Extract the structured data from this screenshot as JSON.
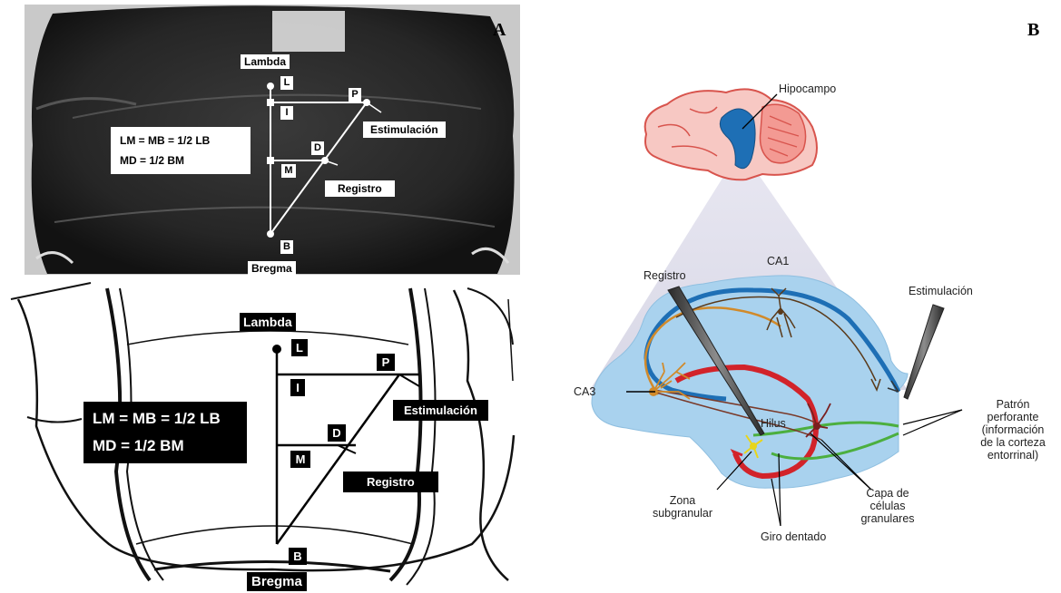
{
  "panel_a": {
    "letter": "A",
    "photo": {
      "lambda": "Lambda",
      "bregma": "Bregma",
      "points": {
        "L": "L",
        "I": "I",
        "P": "P",
        "D": "D",
        "M": "M",
        "B": "B"
      },
      "eq1": "LM = MB = 1/2 LB",
      "eq2": "MD = 1/2 BM",
      "estimulacion": "Estimulación",
      "registro": "Registro"
    },
    "drawing": {
      "lambda": "Lambda",
      "bregma": "Bregma",
      "points": {
        "L": "L",
        "I": "I",
        "P": "P",
        "D": "D",
        "M": "M",
        "B": "B"
      },
      "eq1": "LM = MB = 1/2 LB",
      "eq2": "MD = 1/2 BM",
      "estimulacion": "Estimulación",
      "registro": "Registro"
    }
  },
  "panel_b": {
    "letter": "B",
    "hipocampo": "Hipocampo",
    "ca1": "CA1",
    "ca3": "CA3",
    "registro": "Registro",
    "estimulacion": "Estimulación",
    "patron": [
      "Patrón",
      "perforante",
      "(información",
      "de la corteza",
      "entorrinal)"
    ],
    "hilus": "Hilus",
    "zona": [
      "Zona",
      "subgranular"
    ],
    "capa": [
      "Capa de",
      "células",
      "granulares"
    ],
    "giro": "Giro dentado",
    "colors": {
      "hippocampus_fill": "#9fcbe9",
      "ca_pathway": "#1e6fb5",
      "dentate": "#d2232a",
      "perforant": "#4caf3f",
      "ca3_neuron": "#d18a2a",
      "granule": "#7a1f1f",
      "brain": "#f08c86"
    }
  }
}
